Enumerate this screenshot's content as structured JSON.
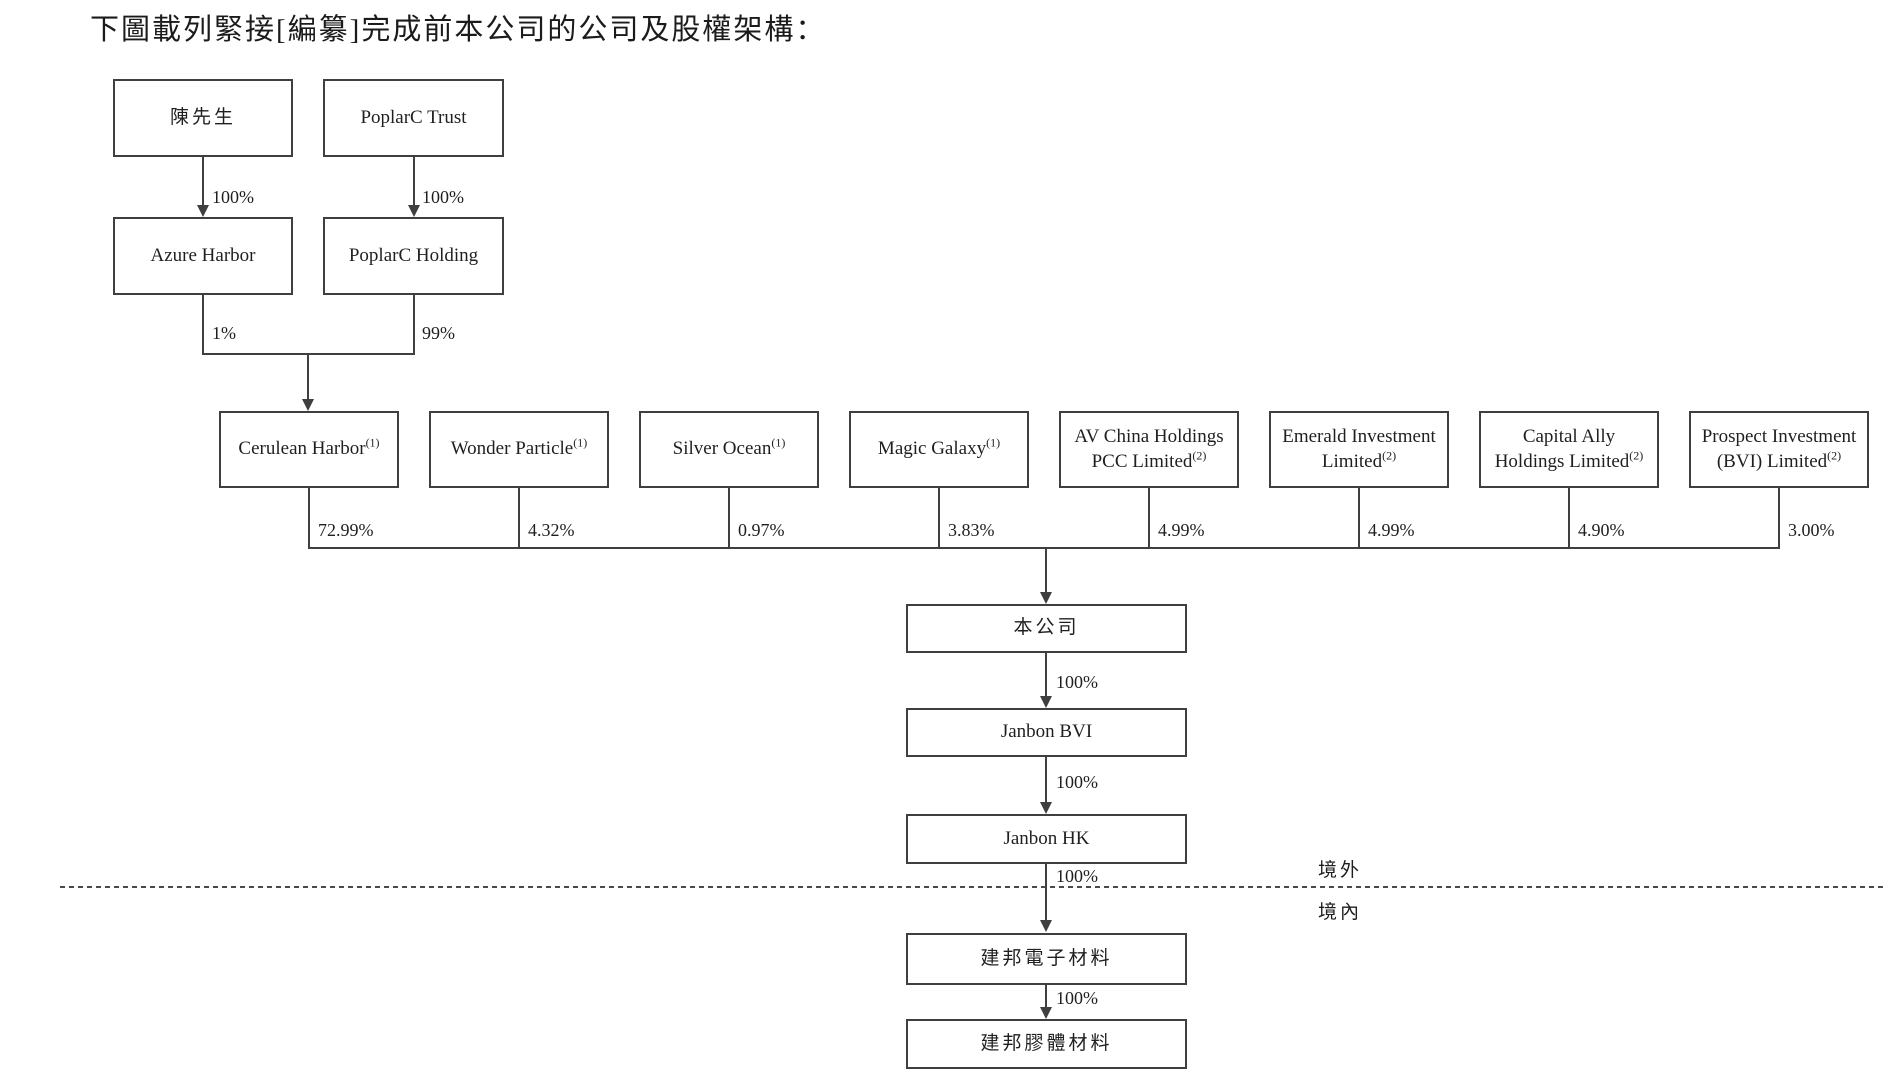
{
  "title": "下圖載列緊接[編纂]完成前本公司的公司及股權架構：",
  "top_owners": [
    {
      "name": "陳先生",
      "pct": "100%",
      "holdco": "Azure Harbor",
      "holdco_pct": "1%"
    },
    {
      "name": "PoplarC Trust",
      "pct": "100%",
      "holdco": "PoplarC Holding",
      "holdco_pct": "99%"
    }
  ],
  "shareholders": [
    {
      "name": "Cerulean Harbor",
      "note": "(1)",
      "pct": "72.99%",
      "l1": "Cerulean Harbor",
      "s1": "(1)",
      "l2": "",
      "s2": ""
    },
    {
      "name": "Wonder Particle",
      "note": "(1)",
      "pct": "4.32%",
      "l1": "Wonder Particle",
      "s1": "(1)",
      "l2": "",
      "s2": ""
    },
    {
      "name": "Silver Ocean",
      "note": "(1)",
      "pct": "0.97%",
      "l1": "Silver Ocean",
      "s1": "(1)",
      "l2": "",
      "s2": ""
    },
    {
      "name": "Magic Galaxy",
      "note": "(1)",
      "pct": "3.83%",
      "l1": "Magic Galaxy",
      "s1": "(1)",
      "l2": "",
      "s2": ""
    },
    {
      "name": "AV China Holdings PCC Limited",
      "note": "(2)",
      "pct": "4.99%",
      "l1": "AV China Holdings",
      "s1": "",
      "l2": "PCC Limited",
      "s2": "(2)"
    },
    {
      "name": "Emerald Investment Limited",
      "note": "(2)",
      "pct": "4.99%",
      "l1": "Emerald Investment",
      "s1": "",
      "l2": "Limited",
      "s2": "(2)"
    },
    {
      "name": "Capital Ally Holdings Limited",
      "note": "(2)",
      "pct": "4.90%",
      "l1": "Capital Ally",
      "s1": "",
      "l2": "Holdings Limited",
      "s2": "(2)"
    },
    {
      "name": "Prospect Investment (BVI) Limited",
      "note": "(2)",
      "pct": "3.00%",
      "l1": "Prospect Investment",
      "s1": "",
      "l2": "(BVI) Limited",
      "s2": "(2)"
    }
  ],
  "company": {
    "name": "本公司"
  },
  "subsidiaries": [
    {
      "pct": "100%",
      "name": "Janbon BVI"
    },
    {
      "pct": "100%",
      "name": "Janbon HK"
    },
    {
      "pct": "100%",
      "name": "建邦電子材料"
    },
    {
      "pct": "100%",
      "name": "建邦膠體材料"
    }
  ],
  "regions": {
    "offshore": "境外",
    "onshore": "境內"
  },
  "colors": {
    "line": "#3f3f3f",
    "text": "#1f1f1f",
    "background": "#ffffff"
  }
}
